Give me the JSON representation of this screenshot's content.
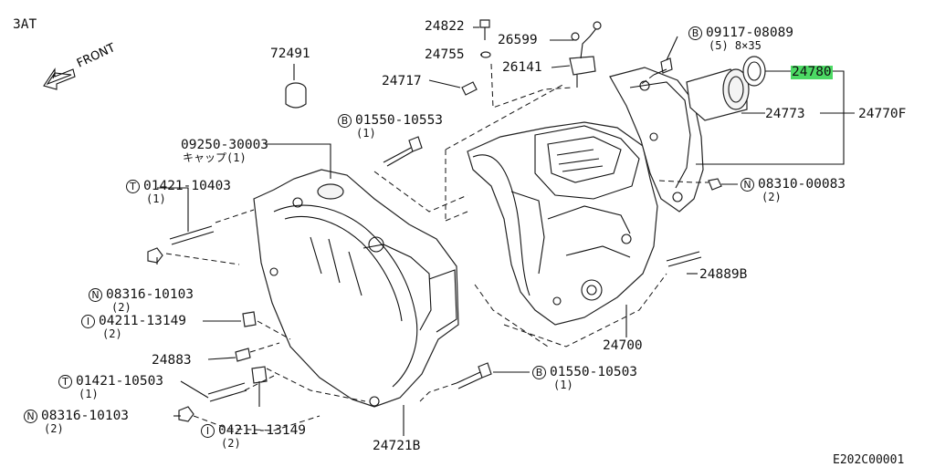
{
  "corner_label": "3AT",
  "front_label": "FRONT",
  "code": "E202C00001",
  "badges": {
    "B": "B",
    "N": "N",
    "T": "T",
    "I": "I"
  },
  "parts": {
    "p24822": "24822",
    "p24755": "24755",
    "p24717": "24717",
    "p26599": "26599",
    "p26141": "26141",
    "p09117_08089": "09117-08089",
    "p09117_qty": "(5) 8×35",
    "p24780": "24780",
    "p24773": "24773",
    "p24770F": "24770F",
    "p72491": "72491",
    "p01550_10553": "01550-10553",
    "p01550_10553_qty": "(1)",
    "p09250_30003": "09250-30003",
    "p09250_sub": "キャップ(1)",
    "p01421_10403": "01421-10403",
    "p01421_10403_qty": "(1)",
    "p08310_00083": "08310-00083",
    "p08310_qty": "(2)",
    "p08316_10103_a": "08316-10103",
    "p08316_a_qty": "(2)",
    "p04211_13149_a": "04211-13149",
    "p04211_a_qty": "(2)",
    "p24889B": "24889B",
    "p24700": "24700",
    "p24883": "24883",
    "p01550_10503": "01550-10503",
    "p01550_10503_qty": "(1)",
    "p01421_10503": "01421-10503",
    "p01421_10503_qty": "(1)",
    "p08316_10103_b": "08316-10103",
    "p08316_b_qty": "(2)",
    "p04211_13149_b": "04211-13149",
    "p04211_b_qty": "(2)",
    "p24721B": "24721B"
  },
  "highlight_color": "#4cd964",
  "icons": {
    "front_arrow": "arrow-left-down-icon"
  }
}
